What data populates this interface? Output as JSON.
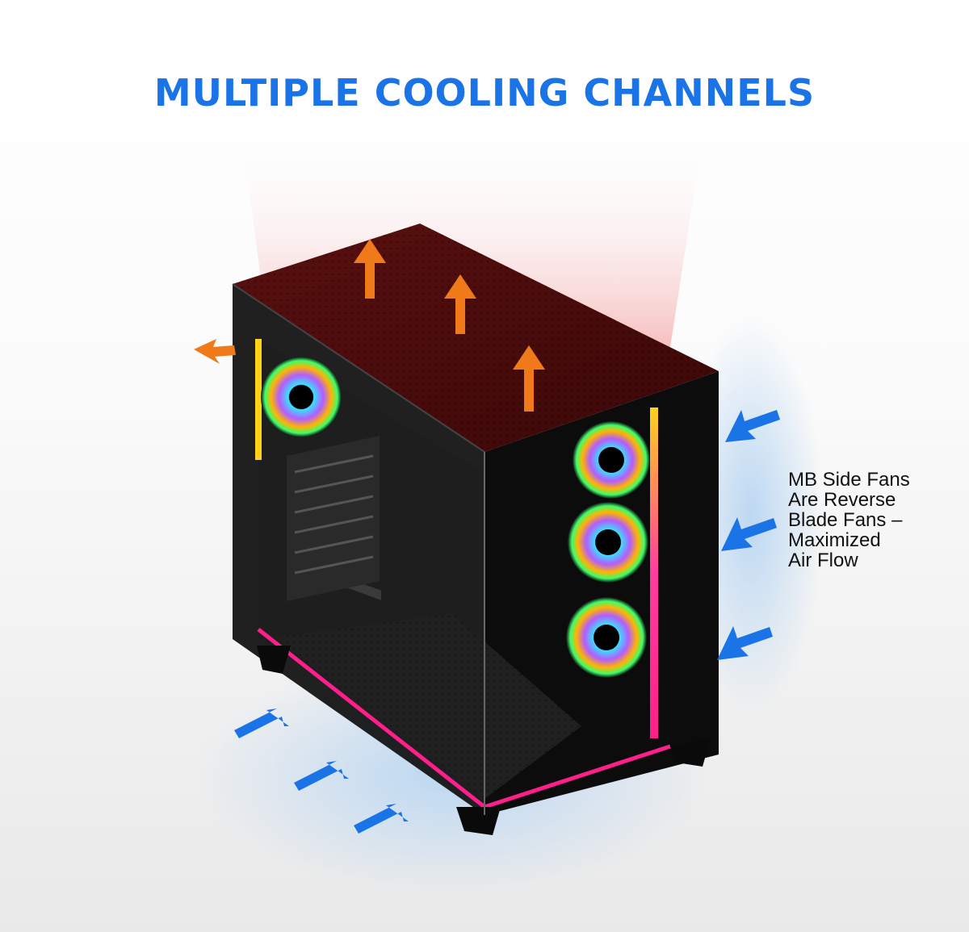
{
  "headline": {
    "text": "MULTIPLE COOLING CHANNELS",
    "color": "#1a74e8"
  },
  "side_note": {
    "lines": [
      "MB Side Fans",
      "Are Reverse",
      "Blade Fans –",
      "Maximized",
      "Air Flow"
    ]
  },
  "colors": {
    "exhaust_arrow": "#f07a1a",
    "intake_arrow": "#1a74e8",
    "hot_air": "#f4a3a3",
    "cool_air": "#b9d6f2",
    "case_body": "#0c0c0c",
    "rgb_strip": "#ff1f8a"
  },
  "product": {
    "fans_visible": 4,
    "icons": [
      "exhaust-arrow-icon",
      "intake-arrow-icon",
      "rgb-fan-icon"
    ]
  }
}
